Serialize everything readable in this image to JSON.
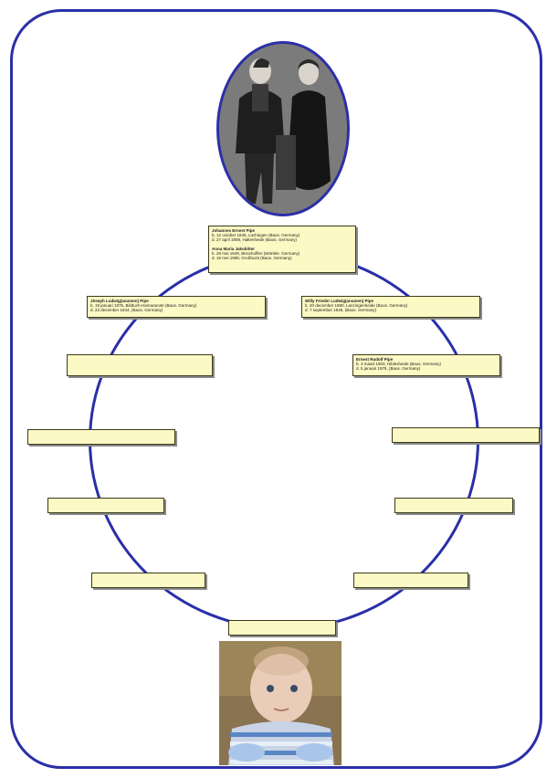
{
  "chart": {
    "root": {
      "person1": {
        "name": "Johannes Ernest Pipe",
        "birth": "b. 12 october 1848, Lüchingen (Baos. Germany)",
        "death": "d. 27 april 1908, Haltenheide (Baos. Germany)"
      },
      "person2": {
        "name": "Anna Maria Jakobitter",
        "birth": "b. 26 mei 1849, Bisschoffen (Würtele. Germany)",
        "death": "d. 16 mei 1908, Großhuist (Baos. Germany)"
      }
    },
    "left_child": {
      "name": "Jöseph Ludwig(anumen) Pipe",
      "birth": "b. 19 januari 1875, Bildtuch-Hamaranote (Baos. Germany)",
      "death": "d. 23 december 1944, (Baos. Germany)"
    },
    "right_child": {
      "name": "Willy Frieder Ludwig(anumen) Pipe",
      "birth": "b. 20 december 1880, Lanzingenheide (Baos. Germany)",
      "death": "d. 7 september 1949, (Baos. Germany)"
    },
    "right_grandchild": {
      "name": "Ernest Rudolf Pipe",
      "birth": "b. 3 maart 1903, Hildesheide (Baos. Germany)",
      "death": "d. 5 januari 1976, (Baos. Germany)"
    },
    "empty_slots": [
      "",
      "",
      "",
      "",
      "",
      "",
      "",
      "",
      ""
    ]
  }
}
